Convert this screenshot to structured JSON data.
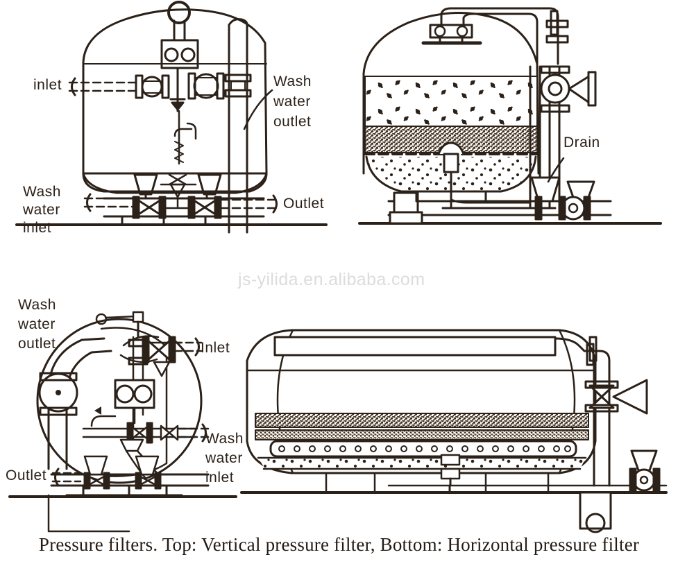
{
  "document": {
    "type": "technical-diagram-scan",
    "caption": "Pressure filters. Top: Vertical pressure filter, Bottom: Horizontal pressure filter",
    "watermark": "js-yilida.en.alibaba.com",
    "ink_color": "#2b2119",
    "background_color": "#ffffff",
    "watermark_color": "#dcdcdc"
  },
  "figures": [
    {
      "id": "top-left",
      "name": "vertical-pressure-filter-external-view",
      "labels": [
        {
          "key": "inlet",
          "text": "inlet"
        },
        {
          "key": "wash_water_outlet",
          "text": "Wash\nwater\noutlet"
        },
        {
          "key": "wash_water_inlet",
          "text": "Wash\nwater\ninlet"
        },
        {
          "key": "outlet",
          "text": "Outlet"
        }
      ]
    },
    {
      "id": "top-right",
      "name": "vertical-pressure-filter-section-view",
      "labels": [
        {
          "key": "drain",
          "text": "Drain"
        }
      ]
    },
    {
      "id": "bottom-left",
      "name": "horizontal-pressure-filter-end-view",
      "labels": [
        {
          "key": "wash_water_outlet",
          "text": "Wash\nwater\noutlet"
        },
        {
          "key": "inlet",
          "text": "Inlet"
        },
        {
          "key": "wash_water_inlet",
          "text": "Wash\nwater\ninlet"
        },
        {
          "key": "outlet",
          "text": "Outlet"
        }
      ]
    },
    {
      "id": "bottom-right",
      "name": "horizontal-pressure-filter-section-view",
      "labels": []
    }
  ],
  "labels_flat": {
    "tl_inlet": "inlet",
    "tl_wash_water_outlet_1": "Wash",
    "tl_wash_water_outlet_2": "water",
    "tl_wash_water_outlet_3": "outlet",
    "tl_wash_water_inlet_1": "Wash",
    "tl_wash_water_inlet_2": "water",
    "tl_wash_water_inlet_3": "inlet",
    "tl_outlet": "Outlet",
    "tr_drain": "Drain",
    "bl_wash_water_outlet_1": "Wash",
    "bl_wash_water_outlet_2": "water",
    "bl_wash_water_outlet_3": "outlet",
    "bl_inlet": "Inlet",
    "bl_wash_water_inlet_1": "Wash",
    "bl_wash_water_inlet_2": "water",
    "bl_wash_water_inlet_3": "inlet",
    "bl_outlet": "Outlet"
  }
}
